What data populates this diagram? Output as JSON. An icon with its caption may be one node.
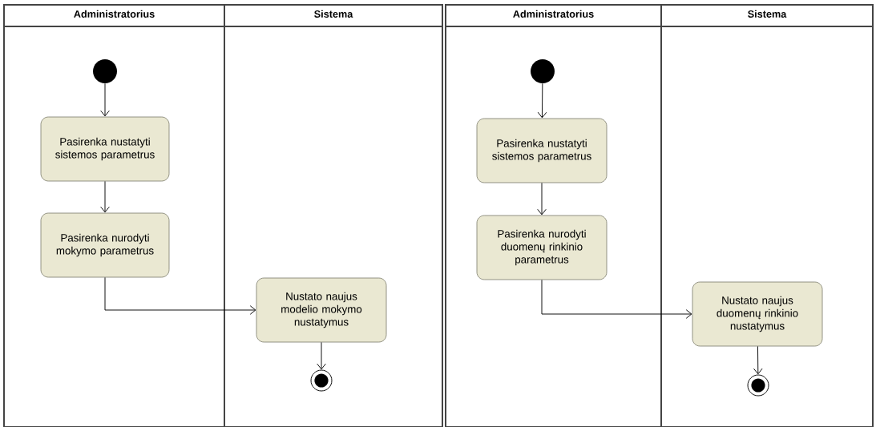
{
  "diagram": {
    "nodes": [
      {
        "text": [
          "Administratorius"
        ]
      },
      {
        "text": [],
        "shape": "circle",
        "in": 0
      },
      {
        "text": [
          "Pasirenka nustatyti sistemos parametrus"
        ],
        "in": 0
      },
      {
        "text": [
          "Pasirenka nurodyti mokymo parametrus"
        ],
        "in": 0
      },
      {
        "text": [
          "Sistema"
        ]
      },
      {
        "text": [
          "Nustato naujus modelio mokymo nustatymus"
        ],
        "in": 4
      },
      {
        "text": [],
        "shape": "bullseye",
        "in": 4
      },
      {
        "text": [
          "Administratorius"
        ]
      },
      {
        "text": [],
        "shape": "circle",
        "in": 7
      },
      {
        "text": [
          "Pasirenka nustatyti sistemos parametrus"
        ],
        "in": 7
      },
      {
        "text": [
          "Pasirenka nurodyti duomenų rinkinio parametrus"
        ],
        "in": 7
      },
      {
        "text": [
          "Sistema"
        ]
      },
      {
        "text": [
          "Nustato naujus duomenų rinkinio nustatymus"
        ],
        "in": 11
      },
      {
        "text": [],
        "shape": "bullseye",
        "in": 11
      }
    ],
    "edges": [
      {
        "from": 1,
        "to": 2,
        "arrow": "to"
      },
      {
        "from": 2,
        "to": 3,
        "arrow": "to"
      },
      {
        "from": 3,
        "to": 5,
        "arrow": "to"
      },
      {
        "from": 5,
        "to": 6,
        "arrow": "to"
      },
      {
        "from": 8,
        "to": 9,
        "arrow": "to"
      },
      {
        "from": 9,
        "to": 10,
        "arrow": "to"
      },
      {
        "from": 10,
        "to": 12,
        "arrow": "to"
      },
      {
        "from": 12,
        "to": 13,
        "arrow": "to"
      }
    ]
  }
}
